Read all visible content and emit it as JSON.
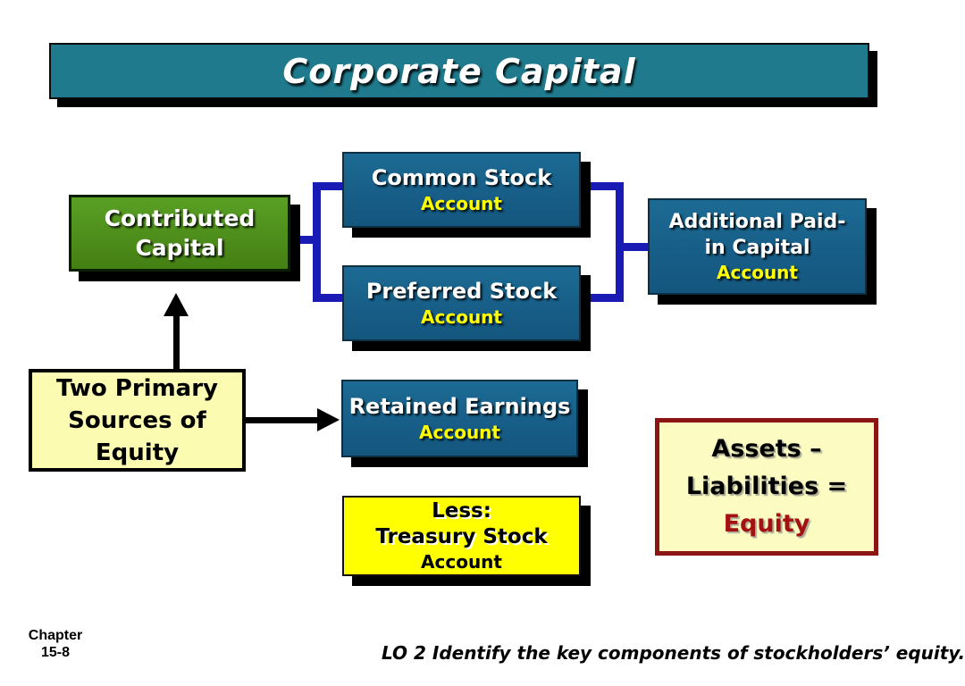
{
  "slide": {
    "title": "Corporate Capital",
    "diagram": {
      "contributed_capital": {
        "line1": "Contributed",
        "line2": "Capital"
      },
      "common_stock": {
        "name": "Common Stock",
        "subtitle": "Account"
      },
      "preferred_stock": {
        "name": "Preferred Stock",
        "subtitle": "Account"
      },
      "additional_paid_in_capital": {
        "line1": "Additional Paid-",
        "line2": "in Capital",
        "subtitle": "Account"
      },
      "retained_earnings": {
        "name": "Retained Earnings",
        "subtitle": "Account"
      },
      "treasury_stock": {
        "line1": "Less:",
        "line2": "Treasury Stock",
        "subtitle": "Account"
      },
      "two_primary_sources": {
        "line1": "Two Primary",
        "line2": "Sources of",
        "line3": "Equity"
      },
      "equity_equation": {
        "line1": "Assets –",
        "line2": "Liabilities =",
        "line3": "Equity"
      }
    },
    "footer": {
      "chapter": [
        "Chapter",
        "15-8"
      ],
      "lesson_objective": "LO 2 Identify the key components of stockholders’ equity."
    },
    "colors": {
      "title_bar_teal": "#1E7A8C",
      "account_box_blue": "#175E88",
      "contributed_green": "#4E8E1C",
      "connector_blue": "#1A1AB5",
      "account_text_yellow": "#FFFF00",
      "treasury_yellow": "#FFFF00",
      "pale_yellow": "#FBFBB2",
      "equation_border_maroon": "#8B1414",
      "equity_text_red": "#A31212",
      "shadow_black": "#000000"
    }
  }
}
